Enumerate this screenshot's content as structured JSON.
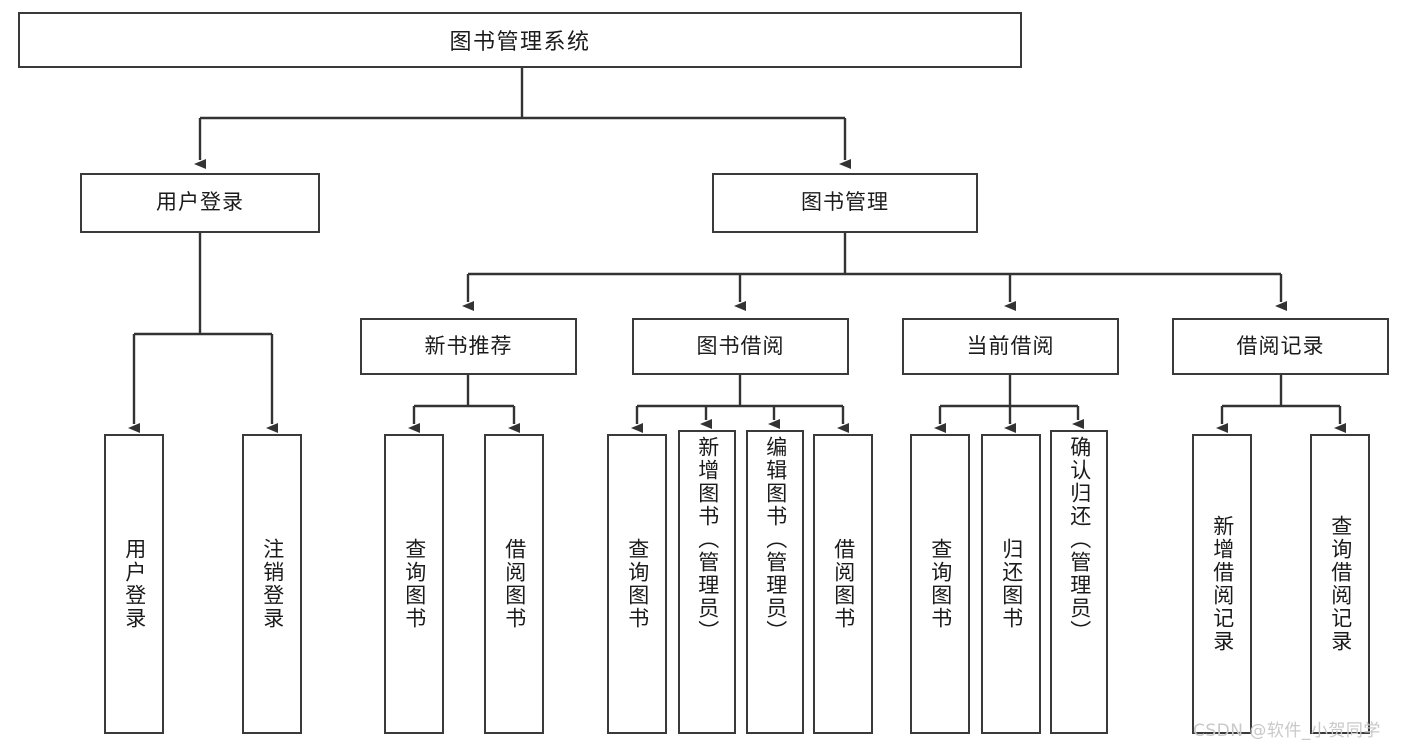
{
  "diagram": {
    "title": "图书管理系统",
    "type": "hierarchy-tree",
    "root": {
      "label": "图书管理系统"
    },
    "level2": [
      {
        "label": "用户登录"
      },
      {
        "label": "图书管理"
      }
    ],
    "level3": [
      {
        "label": "新书推荐"
      },
      {
        "label": "图书借阅"
      },
      {
        "label": "当前借阅"
      },
      {
        "label": "借阅记录"
      }
    ],
    "leaves": {
      "user_login": [
        {
          "label": "用户登录"
        },
        {
          "label": "注销登录"
        }
      ],
      "new_book_recommend": [
        {
          "label": "查询图书"
        },
        {
          "label": "借阅图书"
        }
      ],
      "book_borrow": [
        {
          "label": "查询图书"
        },
        {
          "label": "新增图书（管理员）"
        },
        {
          "label": "编辑图书（管理员）"
        },
        {
          "label": "借阅图书"
        }
      ],
      "current_borrow": [
        {
          "label": "查询图书"
        },
        {
          "label": "归还图书"
        },
        {
          "label": "确认归还（管理员）"
        }
      ],
      "borrow_record": [
        {
          "label": "新增借阅记录"
        },
        {
          "label": "查询借阅记录"
        }
      ]
    }
  },
  "watermark": {
    "text": "CSDN @软件_小贺同学"
  },
  "colors": {
    "box_border": "#3a3a3a",
    "text": "#1b1b1b",
    "line": "#333333",
    "background": "#ffffff",
    "watermark": "#c9c9c9"
  }
}
